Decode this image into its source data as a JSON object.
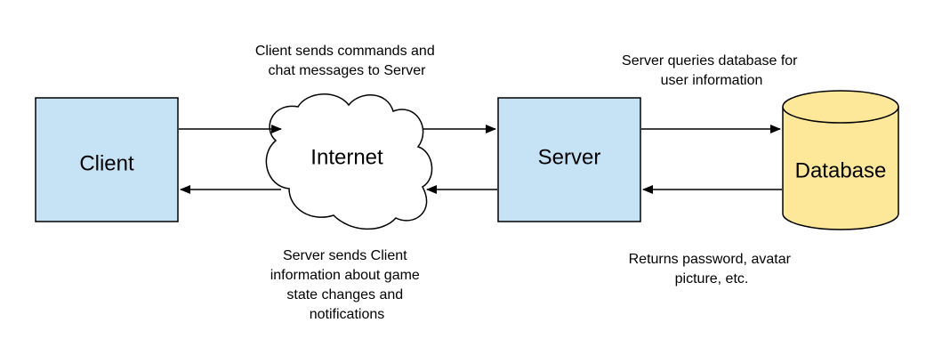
{
  "nodes": {
    "client": {
      "label": "Client",
      "fill": "#c5e3f5"
    },
    "internet": {
      "label": "Internet",
      "fill": "#ffffff"
    },
    "server": {
      "label": "Server",
      "fill": "#c5e3f5"
    },
    "database": {
      "label": "Database",
      "fill": "#fde89a"
    }
  },
  "annotations": {
    "client_to_server": [
      "Client sends commands and",
      "chat messages to Server"
    ],
    "server_to_client": [
      "Server sends Client",
      "information about game",
      "state changes and",
      "notifications"
    ],
    "server_to_db": [
      "Server queries database for",
      "user information"
    ],
    "db_to_server": [
      "Returns password, avatar",
      "picture, etc."
    ]
  },
  "colors": {
    "stroke": "#000000",
    "text": "#000000"
  }
}
